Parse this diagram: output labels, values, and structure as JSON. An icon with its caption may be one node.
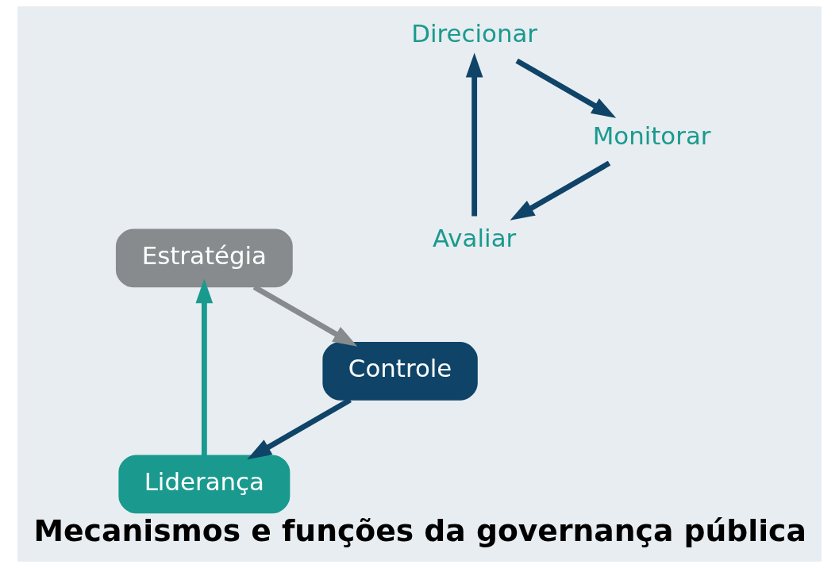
{
  "diagram": {
    "caption": "Mecanismos e funções da governança pública",
    "nodes": [
      {
        "text": [
          "Avaliar"
        ]
      },
      {
        "text": [
          "Liderança"
        ]
      },
      {
        "text": [
          "Estratégia"
        ]
      },
      {
        "text": [
          "Direcionar"
        ]
      },
      {
        "text": [
          "Controle"
        ]
      },
      {
        "text": [
          "Monitorar"
        ]
      }
    ],
    "edges": [
      {
        "from": 1,
        "to": 2,
        "arrow": "to",
        "color": "#1a9a8e"
      },
      {
        "from": 2,
        "to": 4,
        "arrow": "to",
        "color": "#878b8e"
      },
      {
        "from": 4,
        "to": 1,
        "arrow": "to"
      },
      {
        "from": 0,
        "to": 3,
        "arrow": "to"
      },
      {
        "from": 3,
        "to": 5,
        "arrow": "to"
      },
      {
        "from": 5,
        "to": 0,
        "arrow": "to"
      }
    ]
  }
}
